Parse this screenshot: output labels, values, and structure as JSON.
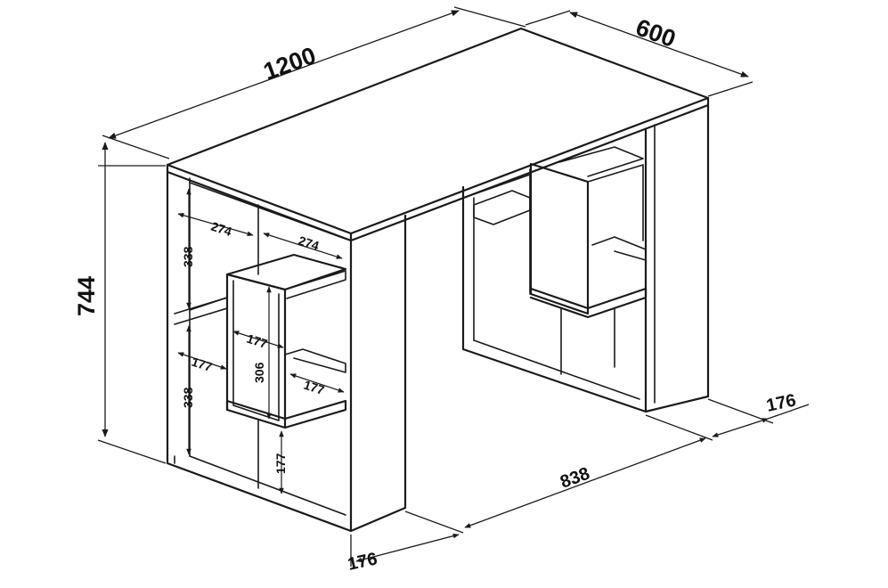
{
  "dimensions": {
    "width": "1200",
    "depth": "600",
    "height": "744",
    "leg_depth_left": "176",
    "leg_depth_right": "176",
    "inner_span": "838",
    "cell_width_left": "274",
    "cell_width_right": "274",
    "cell_height_upper": "338",
    "cell_height_lower": "338",
    "box_width": "177",
    "box_height": "306",
    "side_cell_left": "177",
    "side_cell_right": "177",
    "bottom_cell_height": "177"
  }
}
